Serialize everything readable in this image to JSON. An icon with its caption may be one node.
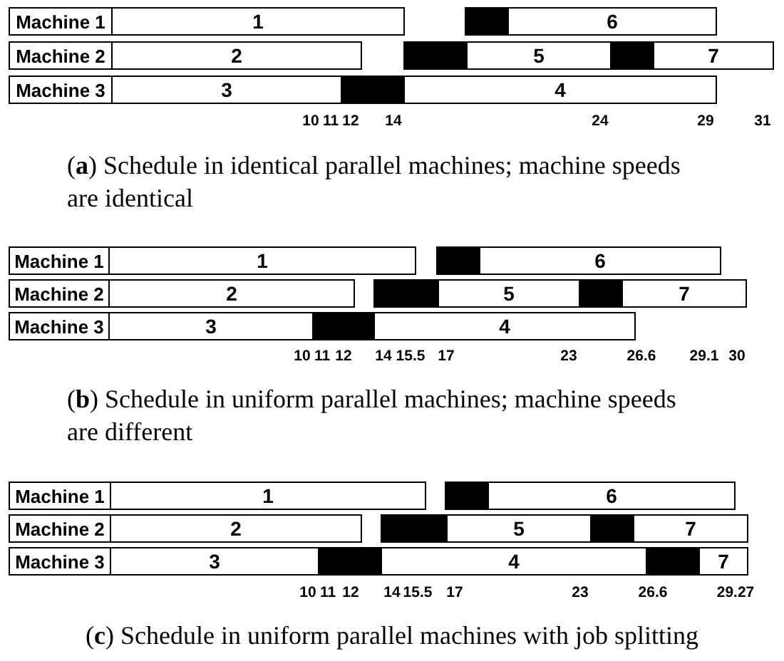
{
  "diagram": {
    "nodes": [
      {
        "text": [
          "Machine 1"
        ]
      },
      {
        "text": [
          "1"
        ]
      },
      {
        "text": [],
        "shape": "bar"
      },
      {
        "text": [
          "6"
        ]
      },
      {
        "text": [
          "Machine 2"
        ]
      },
      {
        "text": [
          "2"
        ]
      },
      {
        "text": [],
        "shape": "bar"
      },
      {
        "text": [
          "5"
        ]
      },
      {
        "text": [],
        "shape": "bar"
      },
      {
        "text": [
          "7"
        ]
      },
      {
        "text": [
          "Machine 3"
        ]
      },
      {
        "text": [
          "3"
        ]
      },
      {
        "text": [],
        "shape": "bar"
      },
      {
        "text": [
          "4"
        ]
      },
      {
        "text": [
          "Machine 1"
        ]
      },
      {
        "text": [
          "1"
        ]
      },
      {
        "text": [],
        "shape": "bar"
      },
      {
        "text": [
          "6"
        ]
      },
      {
        "text": [
          "Machine 2"
        ]
      },
      {
        "text": [
          "2"
        ]
      },
      {
        "text": [],
        "shape": "bar"
      },
      {
        "text": [
          "5"
        ]
      },
      {
        "text": [],
        "shape": "bar"
      },
      {
        "text": [
          "7"
        ]
      },
      {
        "text": [
          "Machine 3"
        ]
      },
      {
        "text": [
          "3"
        ]
      },
      {
        "text": [],
        "shape": "bar"
      },
      {
        "text": [
          "4"
        ]
      },
      {
        "text": [
          "Machine 1"
        ]
      },
      {
        "text": [
          "1"
        ]
      },
      {
        "text": [],
        "shape": "bar"
      },
      {
        "text": [
          "6"
        ]
      },
      {
        "text": [
          "Machine 2"
        ]
      },
      {
        "text": [
          "2"
        ]
      },
      {
        "text": [],
        "shape": "bar"
      },
      {
        "text": [
          "5"
        ]
      },
      {
        "text": [],
        "shape": "bar"
      },
      {
        "text": [
          "7"
        ]
      },
      {
        "text": [
          "Machine 3"
        ]
      },
      {
        "text": [
          "3"
        ]
      },
      {
        "text": [],
        "shape": "bar"
      },
      {
        "text": [
          "4"
        ]
      },
      {
        "text": [],
        "shape": "bar"
      },
      {
        "text": [
          "7"
        ]
      }
    ],
    "labels": [
      "10",
      "11",
      "12",
      "14",
      "24",
      "29",
      "31",
      "(**a**) Schedule in identical parallel machines; machine speeds are identical",
      "10",
      "11",
      "12",
      "14",
      "15.5",
      "17",
      "23",
      "26.6",
      "29.1",
      "30",
      "(**b**) Schedule in uniform parallel machines; machine speeds are different",
      "10",
      "11",
      "12",
      "14",
      "15.5",
      "17",
      "23",
      "26.6",
      "29.27",
      "(**c**) Schedule in uniform parallel machines with job splitting"
    ]
  }
}
